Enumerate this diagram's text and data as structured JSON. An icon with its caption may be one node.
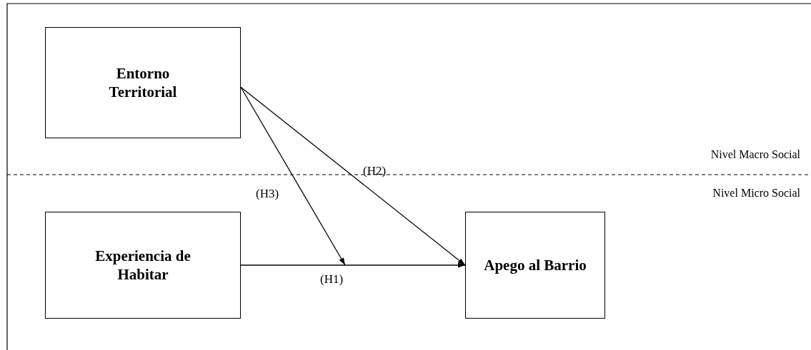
{
  "diagram": {
    "nodes": [
      {
        "text": [
          "Entorno Territorial"
        ]
      },
      {
        "text": [
          "Experiencia de Habitar"
        ]
      },
      {
        "text": [
          "Apego al Barrio"
        ]
      }
    ],
    "edges": [
      {
        "from": 1,
        "to": 2,
        "arrow": "to",
        "label": "(H1)"
      },
      {
        "from": 0,
        "to": 2,
        "arrow": "to",
        "label": "(H2)"
      },
      {
        "from": 0,
        "to": null,
        "arrow": "to",
        "label": "(H3)"
      }
    ],
    "labels": [
      "Nivel Macro Social",
      "Nivel Micro Social"
    ]
  }
}
